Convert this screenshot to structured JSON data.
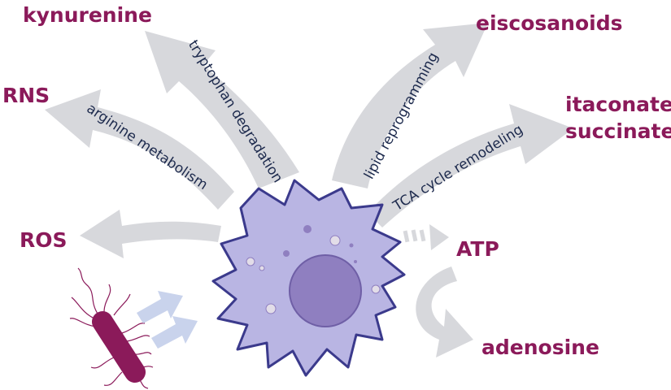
{
  "products": {
    "kynurenine": "kynurenine",
    "rns": "RNS",
    "ros": "ROS",
    "eiscosanoids": "eiscosanoids",
    "itaconate": "itaconate",
    "succinate": "succinate",
    "atp": "ATP",
    "adenosine": "adenosine"
  },
  "pathways": {
    "tryptophan": "tryptophan degradation",
    "arginine": "arginine metabolism",
    "lipid": "lipid reprogramming",
    "tca": "TCA cycle remodeling"
  },
  "colors": {
    "product_text": "#8b1a5a",
    "pathway_text": "#1d2a4d",
    "arrow": "#d7d8dc",
    "cell_fill": "#b9b5e3",
    "cell_outline": "#3b3a8c",
    "nucleus": "#8f7fc0",
    "bacterium": "#8b1a5a",
    "signal_arrows": "#c9d3ec"
  }
}
